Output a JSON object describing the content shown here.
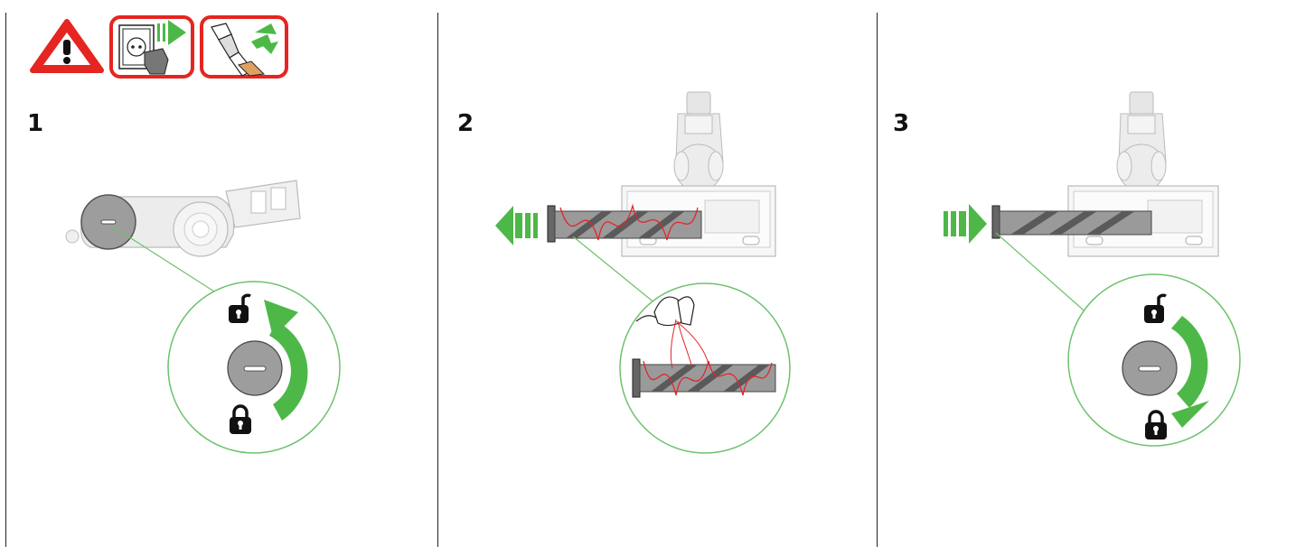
{
  "steps": [
    {
      "number": "1"
    },
    {
      "number": "2"
    },
    {
      "number": "3"
    }
  ],
  "icons": {
    "warning": "warning-triangle-icon",
    "unplug": "unplug-charger-icon",
    "detach": "detach-tool-icon",
    "unlocked": "unlocked-padlock-icon",
    "locked": "locked-padlock-icon",
    "arrow": "green-direction-arrow-icon"
  },
  "colors": {
    "warning_red": "#e52521",
    "action_green": "#4db848",
    "callout_line": "#6cc26a",
    "hair_red": "#e3242b",
    "brushbar_grey": "#8a8a8a",
    "body_light_grey": "#dcdcdc",
    "end_cap_grey": "#9d9d9d"
  }
}
